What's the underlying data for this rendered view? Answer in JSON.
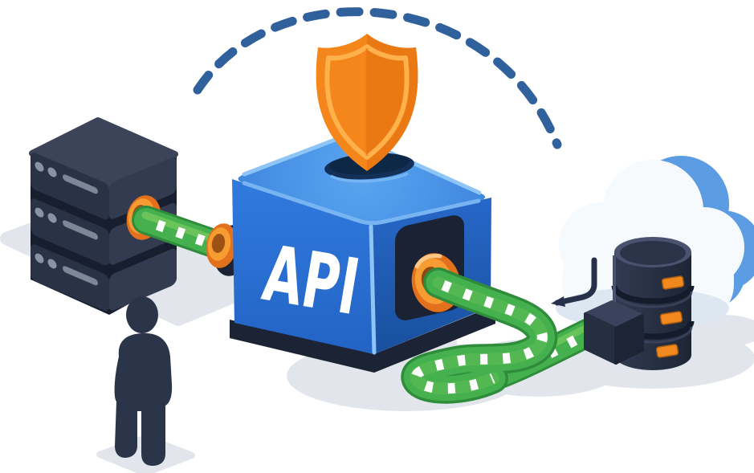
{
  "illustration": {
    "name": "api-security-data-flow",
    "api_cube": {
      "label": "API",
      "label_color": "#ffffff",
      "front_color": "#2a6fd3",
      "top_color": "#4892e8",
      "right_color": "#1f5cb8",
      "base_color": "#1b2334"
    },
    "shield": {
      "name": "security-shield-icon",
      "color": "#f5861b",
      "border_color": "#ffb14b",
      "shade_color": "#e06c0e"
    },
    "arc": {
      "name": "protection-arc-dashed",
      "color": "#30619c"
    },
    "server": {
      "name": "server-rack-icon",
      "color": "#2a3245",
      "detail_color": "#8a93a6",
      "units": 3
    },
    "pipes": {
      "name": "data-pipe",
      "color": "#45b04e",
      "edge_color": "#2f8c3a",
      "dash_color": "#ffffff",
      "connector_color": "#f79b33"
    },
    "cloud": {
      "name": "cloud-icon",
      "front_color": "#f7fafd",
      "back_color": "#5b9ce2"
    },
    "database": {
      "name": "database-icon",
      "color": "#2b3448",
      "indicator_color": "#f2891f",
      "tiers": 3
    },
    "person": {
      "name": "user-silhouette-icon",
      "color": "#2b3549"
    },
    "ground": {
      "shadow_color": "#e2e6ec"
    }
  }
}
